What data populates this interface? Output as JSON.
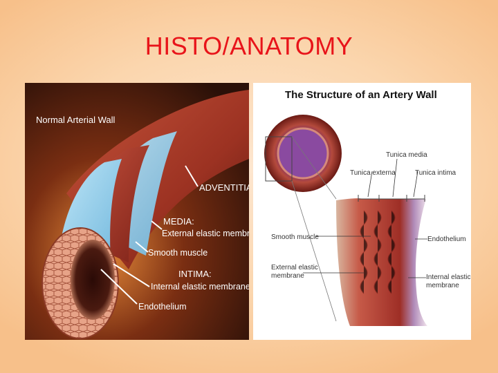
{
  "slide": {
    "title": "HISTO/ANATOMY"
  },
  "left_figure": {
    "title": "Normal Arterial Wall",
    "labels": {
      "adventitia": "ADVENTITIA",
      "media": "MEDIA:",
      "external_elastic": "External elastic membrane",
      "smooth_muscle": "Smooth muscle",
      "intima": "INTIMA:",
      "internal_elastic": "Internal elastic membrane",
      "endothelium": "Endothelium"
    }
  },
  "right_figure": {
    "title": "The Structure of an Artery Wall",
    "labels": {
      "tunica_media": "Tunica media",
      "tunica_externa": "Tunica externa",
      "tunica_intima": "Tunica intima",
      "smooth_muscle": "Smooth muscle",
      "endothelium": "Endothelium",
      "external_elastic_1": "External elastic",
      "external_elastic_2": "membrane",
      "internal_elastic_1": "Internal elastic",
      "internal_elastic_2": "membrane"
    }
  }
}
